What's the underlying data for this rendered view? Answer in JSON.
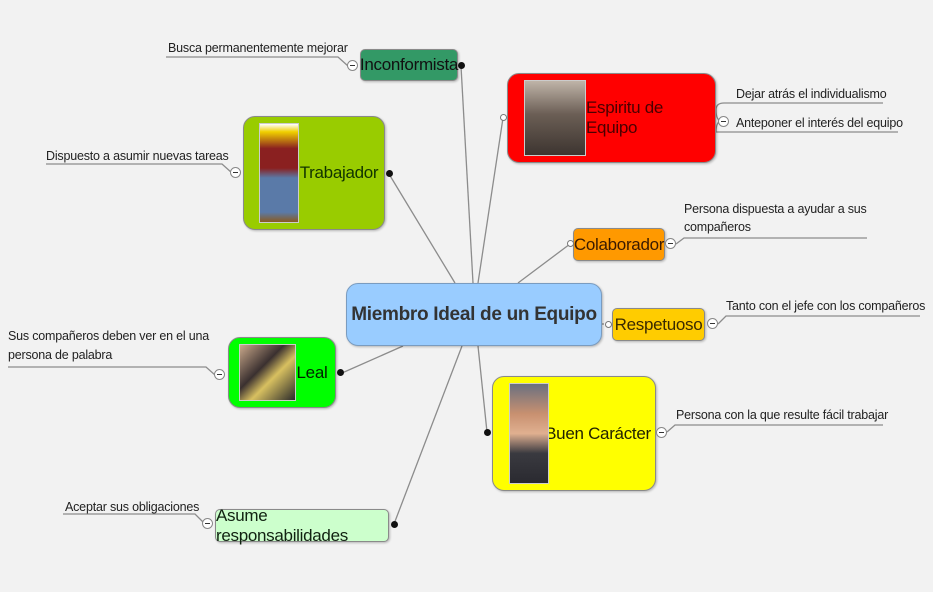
{
  "central": {
    "label": "Miembro Ideal de un Equipo",
    "color": "#99ccff"
  },
  "branches": [
    {
      "id": "inconformista",
      "label": "Inconformista",
      "color": "#339966",
      "notes": [
        "Busca permanentemente mejorar"
      ]
    },
    {
      "id": "espiritu",
      "label": "Espiritu de Equipo",
      "color": "#ff0000",
      "image": "group-photo",
      "notes": [
        "Dejar atrás el individualismo",
        "Anteponer el interés del equipo"
      ]
    },
    {
      "id": "trabajador",
      "label": "Trabajador",
      "color": "#99cc00",
      "image": "worker-photo",
      "notes": [
        "Dispuesto a asumir nuevas tareas"
      ]
    },
    {
      "id": "colaborador",
      "label": "Colaborador",
      "color": "#ff9900",
      "notes": [
        "Persona dispuesta a ayudar a sus",
        "compañeros"
      ]
    },
    {
      "id": "respetuoso",
      "label": "Respetuoso",
      "color": "#ffcc00",
      "notes": [
        "Tanto con el jefe con los compañeros"
      ]
    },
    {
      "id": "leal",
      "label": "Leal",
      "color": "#00ff00",
      "image": "handshake-photo",
      "notes": [
        "Sus compañeros deben ver en el una",
        "persona de palabra"
      ]
    },
    {
      "id": "buen-caracter",
      "label": "Buen Carácter",
      "color": "#ffff00",
      "image": "portrait-photo",
      "notes": [
        "Persona con la que resulte fácil trabajar"
      ]
    },
    {
      "id": "asume",
      "label": "Asume responsabilidades",
      "color": "#ccffcc",
      "notes": [
        "Aceptar sus obligaciones"
      ]
    }
  ]
}
